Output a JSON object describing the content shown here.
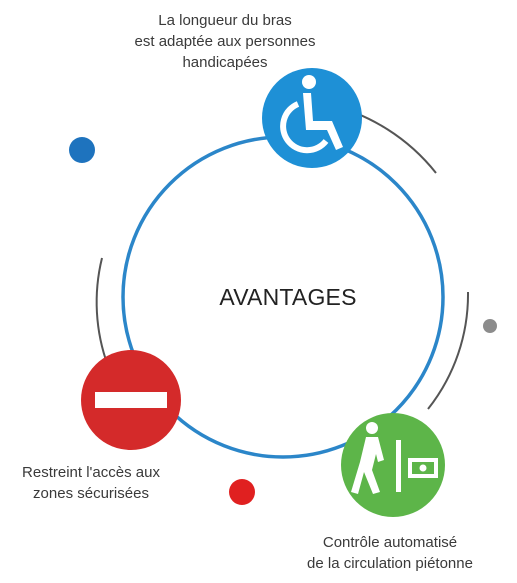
{
  "center_title": "AVANTAGES",
  "items": [
    {
      "lines": [
        "La longueur du bras",
        "est adaptée aux personnes",
        "handicapées"
      ],
      "icon": "wheelchair-icon",
      "color": "#1e90d6"
    },
    {
      "lines": [
        "Restreint l'accès aux",
        "zones sécurisées"
      ],
      "icon": "no-entry-icon",
      "color": "#d42a2a"
    },
    {
      "lines": [
        "Contrôle automatisé",
        "de la circulation piétonne"
      ],
      "icon": "pedestrian-gate-icon",
      "color": "#5db549"
    }
  ],
  "colors": {
    "ring": "#2b86c9",
    "arc": "#555555",
    "dot_blue": "#1e73be",
    "dot_gray": "#8c8c8c",
    "dot_red": "#e02020"
  }
}
